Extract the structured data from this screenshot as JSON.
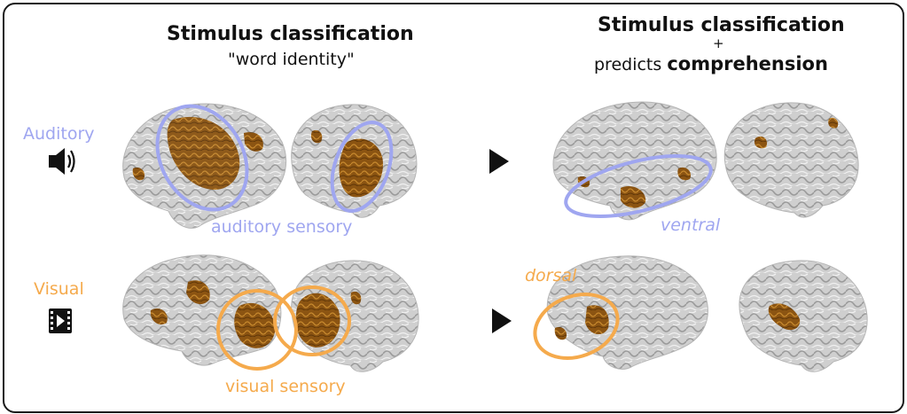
{
  "left_panel": {
    "title": "Stimulus classification",
    "subtitle": "\"word identity\""
  },
  "right_panel": {
    "title": "Stimulus classification",
    "plus": "+",
    "predicts_prefix": "predicts ",
    "predicts_bold": "comprehension"
  },
  "rows": {
    "auditory": {
      "label": "Auditory",
      "icon": "speaker-icon",
      "sensory_label": "auditory sensory",
      "pathway_label": "ventral"
    },
    "visual": {
      "label": "Visual",
      "icon": "film-icon",
      "sensory_label": "visual sensory",
      "pathway_label": "dorsal"
    }
  },
  "colors": {
    "auditory": "#9fa6f0",
    "visual": "#f5aa4c",
    "activation": "#8b5412",
    "brain": "#d0d0d0"
  }
}
